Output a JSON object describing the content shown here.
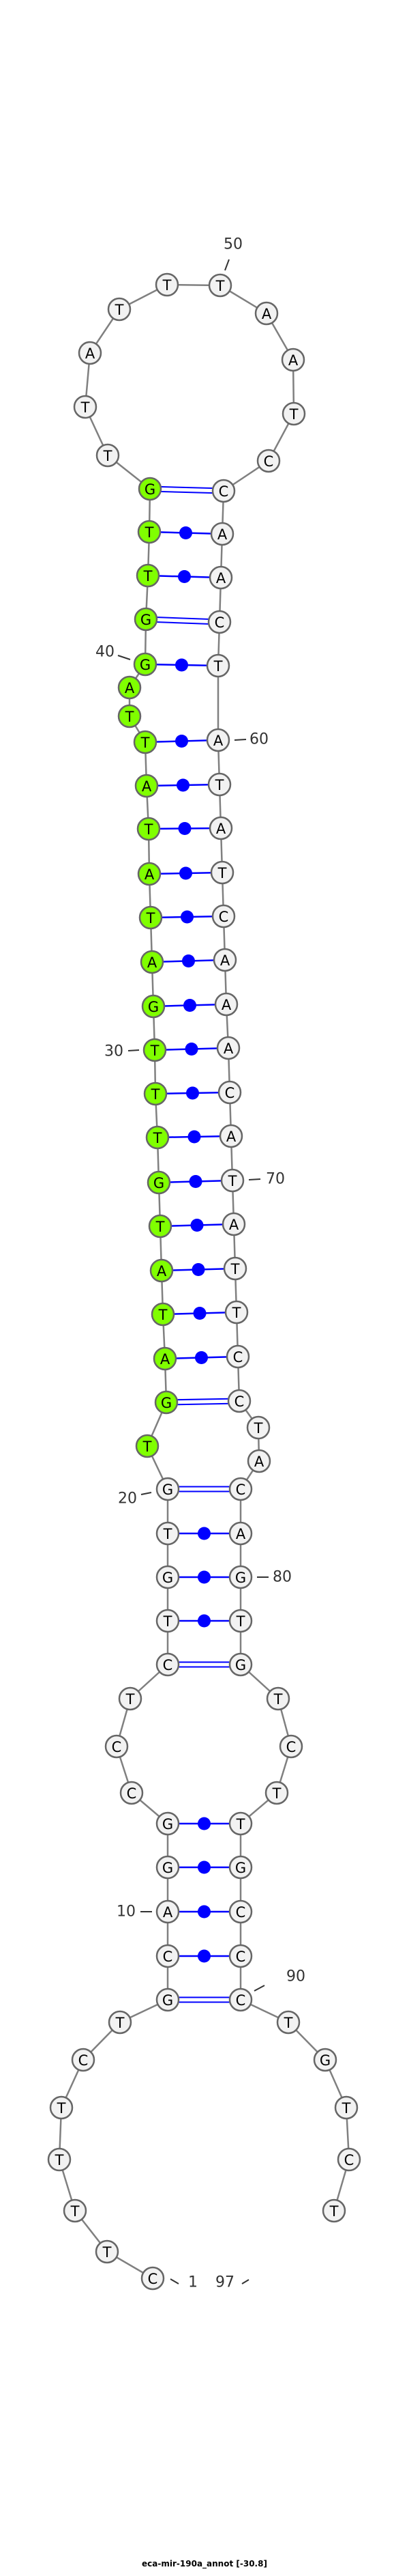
{
  "title": "eca-mir-190a_annot [-30.8]",
  "sequence": "CTTTTCTGCAGGCCTCTGTGTGATATGTTTGATATATTAGGTTGTTATTTAATCCAACTATATCAAACATATTCCTACAGTGTCTTGCCCTGTCT",
  "highlight_range": [
    21,
    44
  ],
  "pairs": [
    [
      8,
      90
    ],
    [
      9,
      89
    ],
    [
      10,
      88
    ],
    [
      11,
      87
    ],
    [
      12,
      86
    ],
    [
      16,
      82
    ],
    [
      17,
      81
    ],
    [
      18,
      80
    ],
    [
      19,
      79
    ],
    [
      20,
      78
    ],
    [
      22,
      75
    ],
    [
      23,
      74
    ],
    [
      24,
      73
    ],
    [
      25,
      72
    ],
    [
      26,
      71
    ],
    [
      27,
      70
    ],
    [
      28,
      69
    ],
    [
      29,
      68
    ],
    [
      30,
      67
    ],
    [
      31,
      66
    ],
    [
      32,
      65
    ],
    [
      33,
      64
    ],
    [
      34,
      63
    ],
    [
      35,
      62
    ],
    [
      36,
      61
    ],
    [
      37,
      60
    ],
    [
      40,
      59
    ],
    [
      41,
      58
    ],
    [
      42,
      57
    ],
    [
      43,
      56
    ],
    [
      44,
      55
    ]
  ],
  "position_labels": [
    "1",
    "10",
    "20",
    "30",
    "40",
    "50",
    "60",
    "70",
    "80",
    "90",
    "97"
  ],
  "colors": {
    "highlight": "#80ff00",
    "node_fill": "#f2f2f2",
    "node_stroke": "#666666",
    "backbone": "#808080",
    "pair": "#0000ff",
    "label": "#333333"
  }
}
